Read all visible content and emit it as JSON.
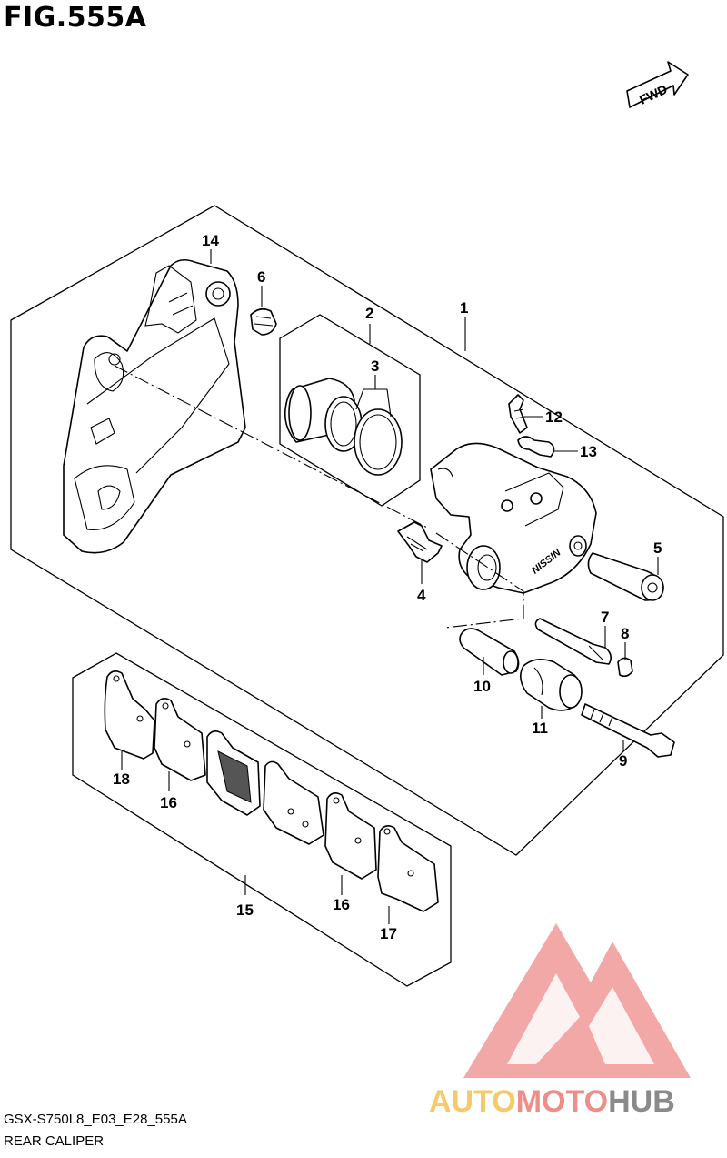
{
  "figure": {
    "title": "FIG.555A",
    "direction_label": "FWD",
    "caliper_marking": "NISSIN"
  },
  "callouts": [
    {
      "id": "1",
      "label": "1"
    },
    {
      "id": "2",
      "label": "2"
    },
    {
      "id": "3",
      "label": "3"
    },
    {
      "id": "4",
      "label": "4"
    },
    {
      "id": "5",
      "label": "5"
    },
    {
      "id": "6",
      "label": "6"
    },
    {
      "id": "7",
      "label": "7"
    },
    {
      "id": "8",
      "label": "8"
    },
    {
      "id": "9",
      "label": "9"
    },
    {
      "id": "10",
      "label": "10"
    },
    {
      "id": "11",
      "label": "11"
    },
    {
      "id": "12",
      "label": "12"
    },
    {
      "id": "13",
      "label": "13"
    },
    {
      "id": "14",
      "label": "14"
    },
    {
      "id": "15",
      "label": "15"
    },
    {
      "id": "16a",
      "label": "16"
    },
    {
      "id": "16b",
      "label": "16"
    },
    {
      "id": "17",
      "label": "17"
    },
    {
      "id": "18",
      "label": "18"
    }
  ],
  "footer": {
    "model_code": "GSX-S750L8_E03_E28_555A",
    "caption": "REAR CALIPER"
  },
  "watermark": {
    "text_part1": "AUTO",
    "text_part2": "MOTO",
    "text_part3": "HUB",
    "colors": {
      "triangle": "#ee8b88",
      "auto": "#f6c96a",
      "moto": "#ef8d8a",
      "hub": "#8a8a8a"
    }
  }
}
